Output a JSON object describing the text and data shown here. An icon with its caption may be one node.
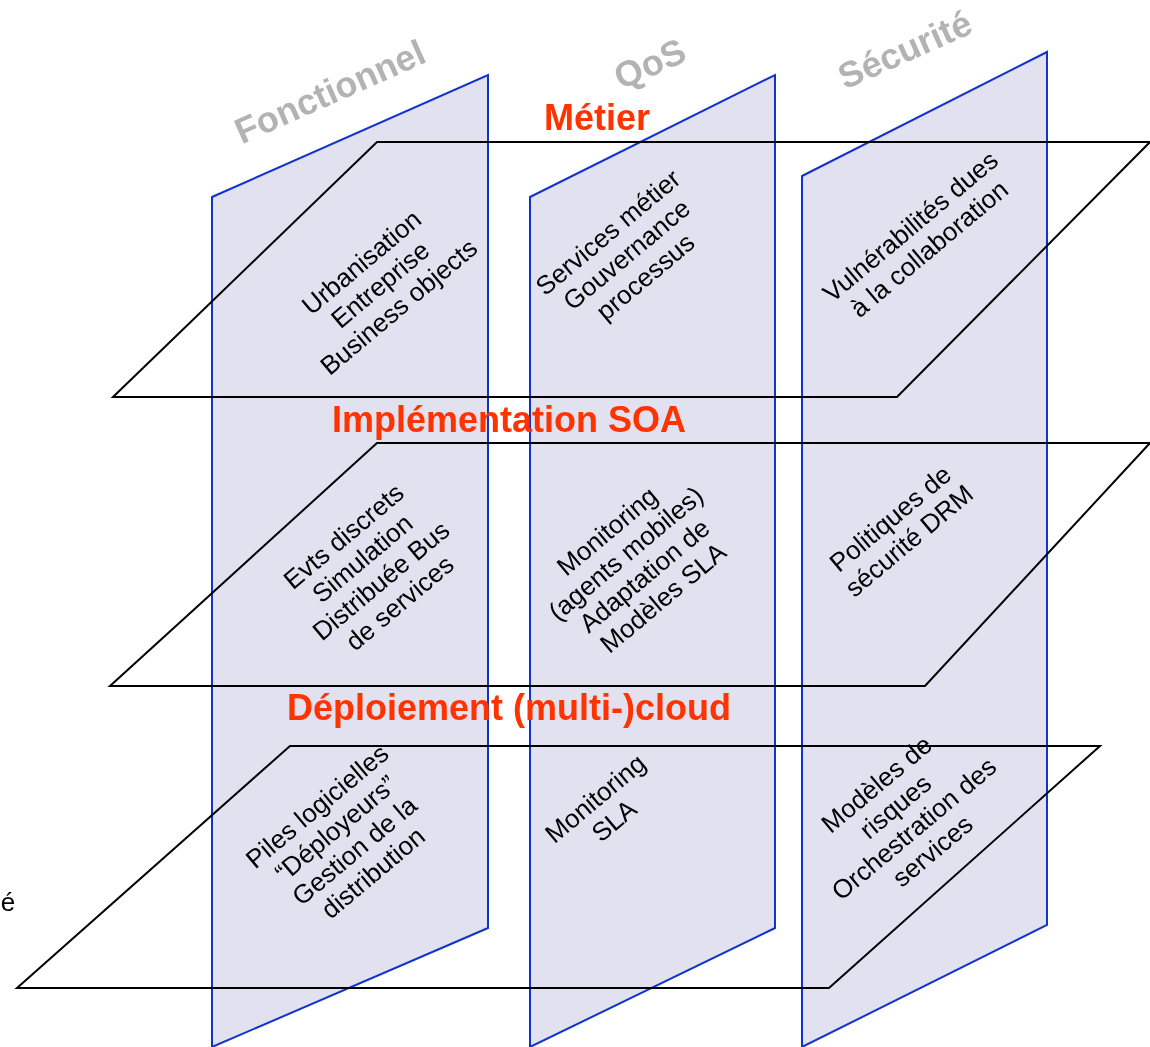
{
  "diagram": {
    "nodes": [
      {
        "text": [
          "Fonctionnel"
        ]
      },
      {
        "text": [
          "QoS"
        ]
      },
      {
        "text": [
          "Sécurité"
        ]
      },
      {
        "text": [
          "Métier"
        ]
      },
      {
        "text": [
          "Implémentation SOA"
        ]
      },
      {
        "text": [
          "Déploiement (multi-)cloud"
        ]
      }
    ],
    "labels": [
      "Urbanisation Entreprise Business objects",
      "Services métier Gouvernance processus",
      "Vulnérabilités dues à la collaboration",
      "Evts discrets Simulation Distribuée Bus de services",
      "Monitoring (agents mobiles) Adaptation de Modèles SLA",
      "Politiques de sécurité DRM",
      "Piles logicielles “Déployeurs” Gestion de la distribution",
      "Monitoring SLA",
      "Modèles de risques Orchestration des services",
      "é"
    ]
  }
}
